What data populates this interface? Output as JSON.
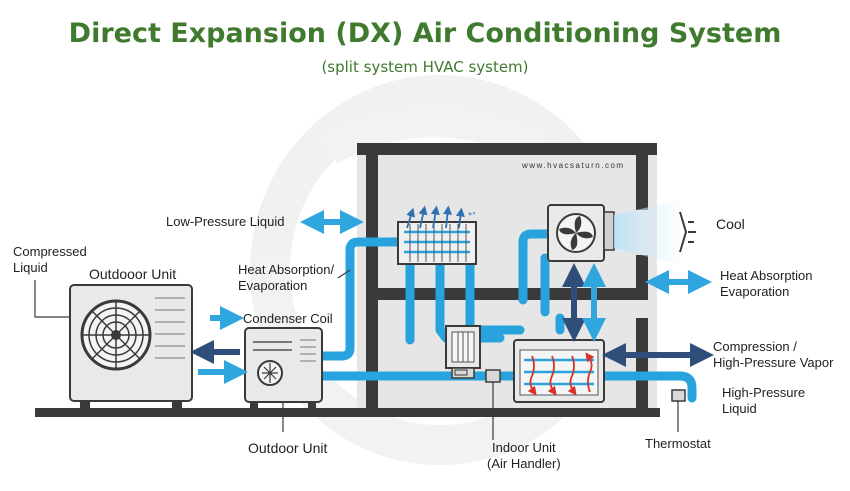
{
  "title": "Direct Expansion (DX) Air Conditioning System",
  "subtitle": "(split system HVAC system)",
  "website": "www.hvacsaturn.com",
  "labels": {
    "low_pressure_liquid": "Low-Pressure Liquid",
    "cool": "Cool",
    "compressed_liquid_1": "Compressed",
    "compressed_liquid_2": "Liquid",
    "outdoor_unit_top": "Outdooor Unit",
    "heat_absorption_evap_1": "Heat Absorption/",
    "heat_absorption_evap_2": "Evaporation",
    "heat_absorption_right_1": "Heat Absorption",
    "heat_absorption_right_2": "Evaporation",
    "condenser_coil": "Condenser Coil",
    "compression_1": "Compression /",
    "compression_2": "High-Pressure Vapor",
    "high_pressure_liquid_1": "High-Pressure",
    "high_pressure_liquid_2": "Liquid",
    "outdoor_unit_bottom": "Outdoor Unit",
    "indoor_unit_1": "Indoor Unit",
    "indoor_unit_2": "(Air Handler)",
    "thermostat": "Thermostat"
  },
  "colors": {
    "title": "#3f7a2e",
    "pipe": "#29a3dd",
    "arrow_light": "#2fa6de",
    "arrow_dark": "#2f4f7a",
    "building": "#3a3a3a",
    "room_fill": "#e6e6e6",
    "unit_fill": "#e9e9e9",
    "heat_arrow": "#d7332b"
  }
}
